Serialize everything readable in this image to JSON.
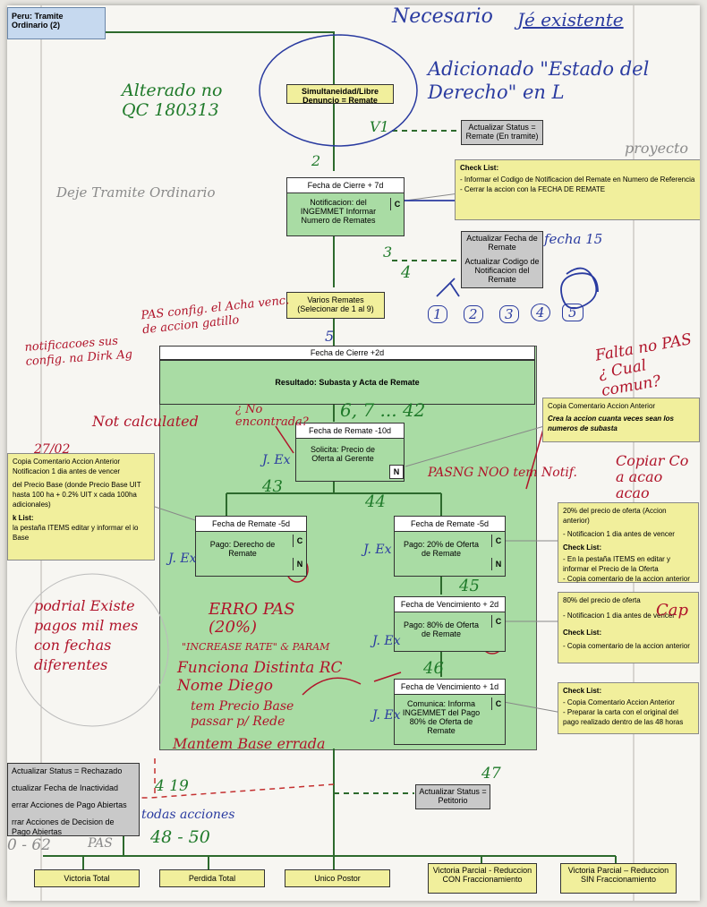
{
  "diagram": {
    "start_tab": "Peru: Tramite Ordinario (2)",
    "node_simultaneidad": "Simultaneidad/Libre Denuncio = Remate",
    "node_actualizar_status_remate": "Actualizar Status = Remate (En tramite)",
    "node_fecha_cierre_7d": {
      "header": "Fecha de Cierre + 7d",
      "body": "Notificacion: del INGEMMET Informar Numero de Remates",
      "flag": "C"
    },
    "checklist_1": {
      "title": "Check List:",
      "items": [
        "- Informar el Codigo de Notificacion del Remate en Numero de Referencia",
        "- Cerrar la accion con la FECHA DE REMATE"
      ]
    },
    "node_actualizar_fecha": "Actualizar Fecha de Remate",
    "node_actualizar_codigo": "Actualizar Codigo de Notificacion del Remate",
    "node_varios_remates": "Varios Remates (Selecionar de 1 al 9)",
    "group_fecha_cierre_2d": {
      "header": "Fecha de Cierre +2d",
      "body": "Resultado: Subasta y Acta de Remate"
    },
    "node_fecha_remate_10d": {
      "header": "Fecha de Remate -10d",
      "body": "Solicita: Precio de Oferta al Gerente",
      "flag": "N"
    },
    "callout_copia": {
      "line1": "Copia Comentario Accion Anterior",
      "line2": "Crea la accion cuanta veces sean los numeros de subasta"
    },
    "callout_left": {
      "lines": [
        "Copia Comentario Accion Anterior",
        "Notificacion 1 dia antes de vencer",
        "del Precio Base (donde Precio Base UIT hasta 100 ha + 0.2% UIT x cada 100ha adicionales)",
        "k List:",
        "la pestaña ITEMS editar y informar el io Base"
      ]
    },
    "node_pago_derecho": {
      "header": "Fecha de Remate -5d",
      "body": "Pago: Derecho de Remate",
      "flag1": "C",
      "flag2": "N"
    },
    "node_pago_20": {
      "header": "Fecha de Remate -5d",
      "body": "Pago: 20% de Oferta de Remate",
      "flag1": "C",
      "flag2": "N"
    },
    "callout_20": {
      "lines": [
        "20% del precio de oferta (Accion anterior)",
        "- Notificacion 1 dia antes de vencer"
      ],
      "title": "Check List:",
      "items": [
        "- En la pestaña ITEMS en editar y informar el Precio de la Oferta",
        "- Copia comentario de la accion anterior"
      ]
    },
    "node_pago_80": {
      "header": "Fecha de Vencimiento + 2d",
      "body": "Pago: 80% de Oferta de Remate",
      "flag1": "C"
    },
    "callout_80": {
      "lines": [
        "80% del precio de oferta",
        "- Notificacion 1 dia antes de vencer"
      ],
      "title": "Check List:",
      "items": [
        "- Copia comentario de la accion anterior"
      ]
    },
    "node_comunica": {
      "header": "Fecha de Vencimiento + 1d",
      "body": "Comunica: Informa INGEMMET del Pago 80% de Oferta de Remate",
      "flag1": "C"
    },
    "callout_comunica": {
      "title": "Check List:",
      "items": [
        "- Copia Comentario Accion Anterior",
        "- Preparar la carta con el original del pago realizado dentro de las 48 horas"
      ]
    },
    "left_status_box": [
      "Actualizar Status = Rechazado",
      "ctualizar Fecha de Inactividad",
      "errar Acciones de Pago Abiertas",
      "rrar Acciones de Decision de Pago Abiertas"
    ],
    "node_petitorio": "Actualizar Status = Petitorio",
    "outcomes": [
      "Victoria Total",
      "Perdida Total",
      "Unico Postor",
      "Victoria Parcial - Reduccion CON Fraccionamiento",
      "Victoria Parcial – Reduccion SIN Fraccionamiento"
    ]
  },
  "handwriting": {
    "top_1": "Necesario",
    "top_2": "Jé existente",
    "top_3": "Adicionado \"Estado del Derecho\" en L",
    "alterado": "Alterado no QC 180313",
    "deje": "Deje Tramite Ordinario",
    "proyecto": "proyecto",
    "v1": "V1",
    "n2": "2",
    "n3": "3",
    "n4": "4",
    "fecha15": "fecha 15",
    "pas": "PAS config. el Acha venc. de accion gatillo",
    "notific": "notificacoes sus config. na Dirk Ag",
    "falta": "Falta no PAS ¿ Cual comun?",
    "n5": "5",
    "nos": "6, 7 ... 42",
    "n43": "43",
    "n44": "44",
    "n45": "45",
    "n46": "46",
    "not_cal": "Not calculated",
    "no_encontrada": "¿ No encontrada?",
    "n27": "27/02",
    "paseng": "PASNG NOO tem Notif.",
    "copiar": "Copiar Co a acao acao",
    "jex": "J. Ex",
    "erro": "ERRO PAS (20%)",
    "increase": "\"INCREASE RATE\" & PARAM",
    "funciona": "Funciona Distinta RC Nome Diego",
    "tem": "tem Precio Base passar p/ Rede",
    "mantem": "Mantem Base errada",
    "circle_text": "podrial Existe pagos mil mes con fechas diferentes",
    "n419": "4 19",
    "todas": "todas acciones",
    "n4850": "48 - 50",
    "n062": "0 - 62",
    "pas2": "PAS",
    "u47": "47",
    "cap": "Cap",
    "counts": [
      "1",
      "2",
      "3",
      "4",
      "5"
    ]
  },
  "colors": {
    "sticky_yellow": "#f1ef9c",
    "green_area": "#a9dca4",
    "gray_box": "#c9c9c9",
    "ink_red": "#b0142a",
    "ink_blue": "#2a3ba0",
    "ink_green": "#1f7a2a"
  }
}
